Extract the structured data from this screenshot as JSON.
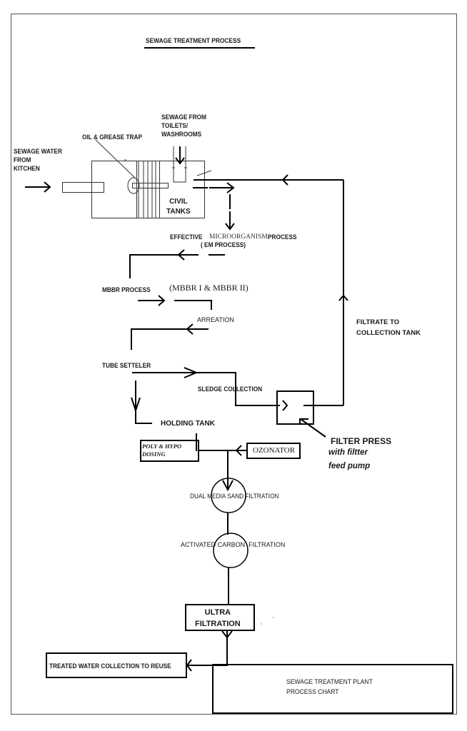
{
  "diagram": {
    "title": "SEWAGE TREATMENT PROCESS",
    "inputs": {
      "kitchen": "SEWAGE WATER\nFROM\nKITCHEN",
      "toilets": "SEWAGE FROM\nTOILETS/\nWASHROOMS"
    },
    "labels": {
      "oil_grease_trap": "OIL & GREASE TRAP",
      "civil_tanks": "CIVIL\nTANKS",
      "em_process_part1": "EFFECTIVE",
      "em_process_part2": "MICROORGANISM",
      "em_process_part3": "PROCESS",
      "em_process_sub": "( EM PROCESS)",
      "mbbr_process": "MBBR PROCESS",
      "mbbr_sub": "(MBBR I & MBBR II)",
      "arreation": "ARREATION",
      "tube_setteler": "TUBE SETTELER",
      "sledge_collection": "SLEDGE COLLECTION",
      "holding_tank": "HOLDING TANK",
      "filtrate": "FILTRATE TO\nCOLLECTION TANK",
      "filter_press": "FILTER PRESS",
      "filter_press_sub": "with filtter\nfeed pump",
      "poly_hypo": "POLY & HYPO\nDOSING",
      "ozonator": "OZONATOR",
      "dual_media": "DUAL MEDIA SAND FILTRATION",
      "activated_carbon": "ACTIVATED CARBON  FILTRATION",
      "ultra_filtration": "ULTRA\nFILTRATION",
      "treated_water": "TREATED WATER COLLECTION TO REUSE"
    },
    "footer": {
      "text": "SEWAGE TREATMENT PLANT\nPROCESS CHART"
    },
    "flow_sequence": [
      "Sewage Water From Kitchen",
      "Sewage From Toilets/Washrooms",
      "Oil & Grease Trap",
      "Civil Tanks",
      "Effective Microorganism Process (EM Process)",
      "MBBR Process (MBBR I & MBBR II)",
      "Arreation",
      "Tube Setteler",
      "Holding Tank",
      "Poly & Hypo Dosing",
      "Ozonator",
      "Dual Media Sand Filtration",
      "Activated Carbon Filtration",
      "Ultra Filtration",
      "Treated Water Collection To Reuse"
    ],
    "side_loop": [
      "Tube Setteler",
      "Sledge Collection",
      "Filter Press with filtter feed pump",
      "Filtrate To Collection Tank",
      "Civil Tanks"
    ]
  }
}
